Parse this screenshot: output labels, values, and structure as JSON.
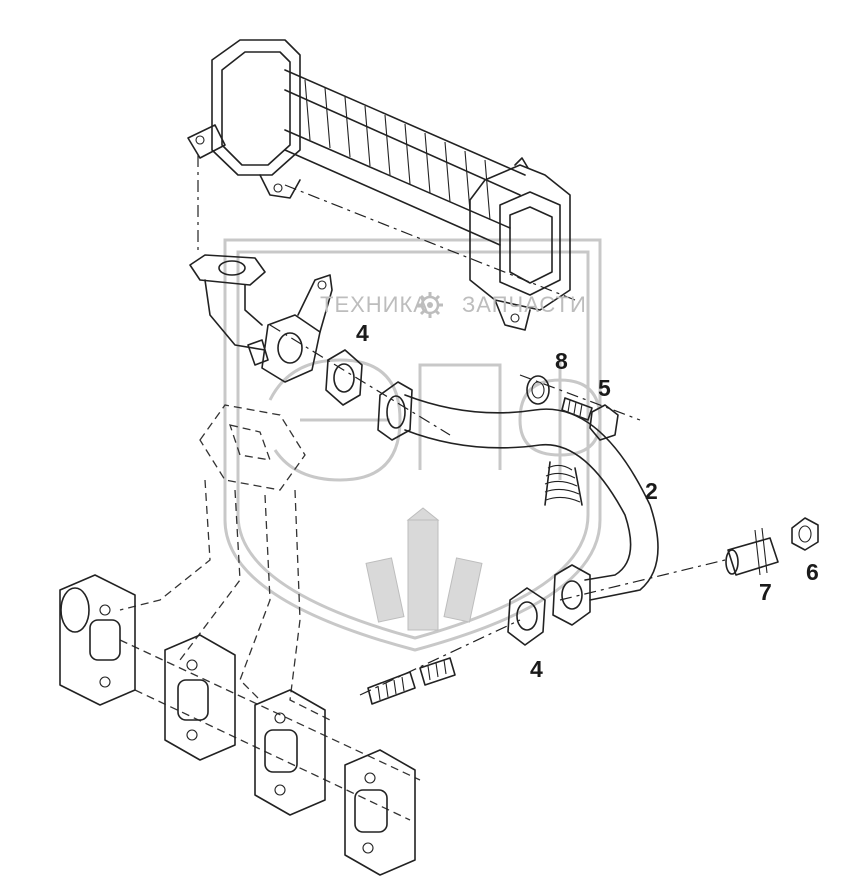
{
  "watermark": {
    "left_text": "ТЕХНИКА",
    "right_text": "ЗАПЧАСТИ",
    "gear_icon": "gear-icon",
    "logo_text": "ЭПФ",
    "colors": {
      "watermark": "#c8c8c8",
      "lines": "#222222"
    }
  },
  "callouts": [
    {
      "id": "c-4-top",
      "label": "4"
    },
    {
      "id": "c-8",
      "label": "8"
    },
    {
      "id": "c-5",
      "label": "5"
    },
    {
      "id": "c-2",
      "label": "2"
    },
    {
      "id": "c-6",
      "label": "6"
    },
    {
      "id": "c-7",
      "label": "7"
    },
    {
      "id": "c-4-bottom",
      "label": "4"
    }
  ]
}
